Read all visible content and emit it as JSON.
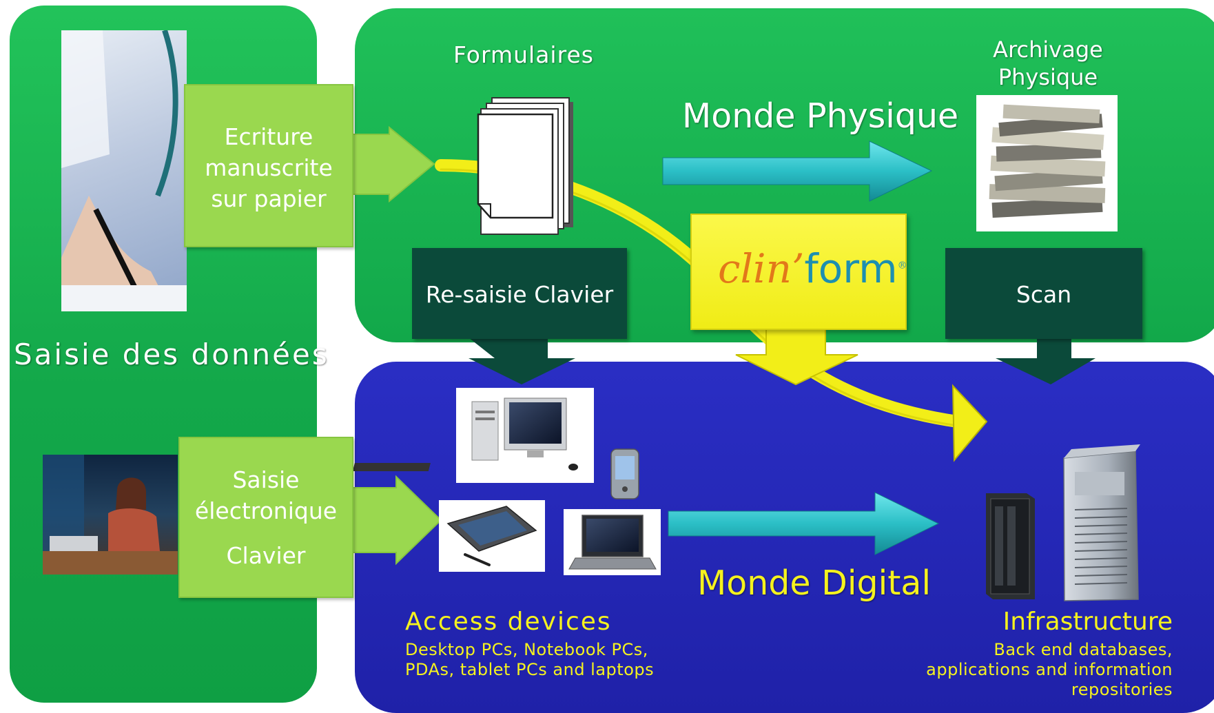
{
  "left_panel": {
    "title": "Saisie des données",
    "handwriting_box": {
      "line1": "Ecriture",
      "line2": "manuscrite",
      "line3": "sur papier"
    },
    "electronic_box": {
      "line1": "Saisie",
      "line2": "électronique",
      "line3": "Clavier"
    }
  },
  "physical_world": {
    "forms_label": "Formulaires",
    "title": "Monde Physique",
    "archive_label_line1": "Archivage",
    "archive_label_line2": "Physique",
    "rekey_label": "Re-saisie Clavier",
    "scan_label": "Scan"
  },
  "logo": {
    "part1": "clin",
    "apostrophe": "’",
    "part2": "form",
    "mark": "®"
  },
  "digital_world": {
    "title": "Monde Digital",
    "access_title": "Access devices",
    "access_line1": "Desktop PCs, Notebook PCs,",
    "access_line2": "PDAs, tablet PCs and laptops",
    "infra_title": "Infrastructure",
    "infra_line1": "Back end databases,",
    "infra_line2": "applications and information",
    "infra_line3": "repositories"
  },
  "colors": {
    "green_panel": "#13a84a",
    "blue_panel": "#1f21a8",
    "light_green_box": "#9ad84f",
    "dark_green_box": "#0b4a3a",
    "yellow_text": "#f5f21e",
    "teal_arrow": "#2bbfc6",
    "curve_yellow": "#f2ee18",
    "logo_orange": "#e2781a",
    "logo_teal": "#1d8fb0"
  }
}
